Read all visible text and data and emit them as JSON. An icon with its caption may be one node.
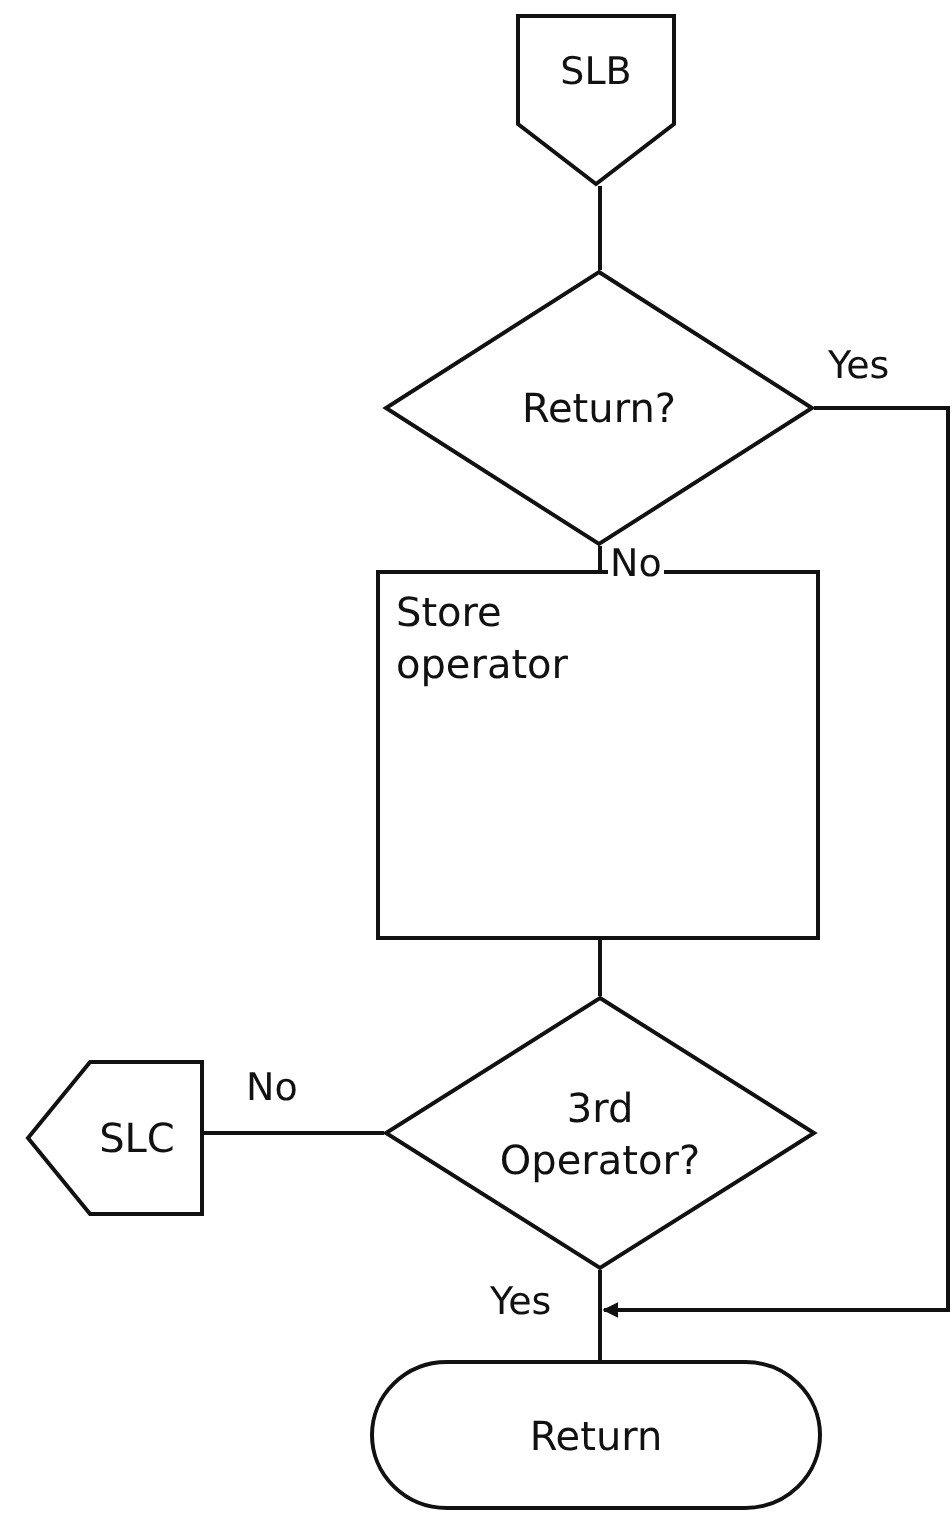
{
  "diagram": {
    "nodes": [
      {
        "text": [
          "SLB"
        ]
      },
      {
        "text": [
          "Return?"
        ]
      },
      {
        "text": [
          "Store operator"
        ]
      },
      {
        "text": [
          "3rd Operator?"
        ]
      },
      {
        "text": [
          "SLC"
        ]
      },
      {
        "text": [
          "Return"
        ]
      }
    ],
    "edges": [
      {
        "from": 0,
        "to": 1,
        "arrow": "none"
      },
      {
        "from": 1,
        "to": 2,
        "arrow": "none",
        "label": "No"
      },
      {
        "from": 2,
        "to": 3,
        "arrow": "none"
      },
      {
        "from": 3,
        "to": 4,
        "arrow": "none",
        "label": "No"
      },
      {
        "from": 3,
        "to": 5,
        "arrow": "none",
        "label": "Yes"
      },
      {
        "from": 1,
        "to": 5,
        "arrow": "to",
        "label": "Yes"
      }
    ]
  }
}
